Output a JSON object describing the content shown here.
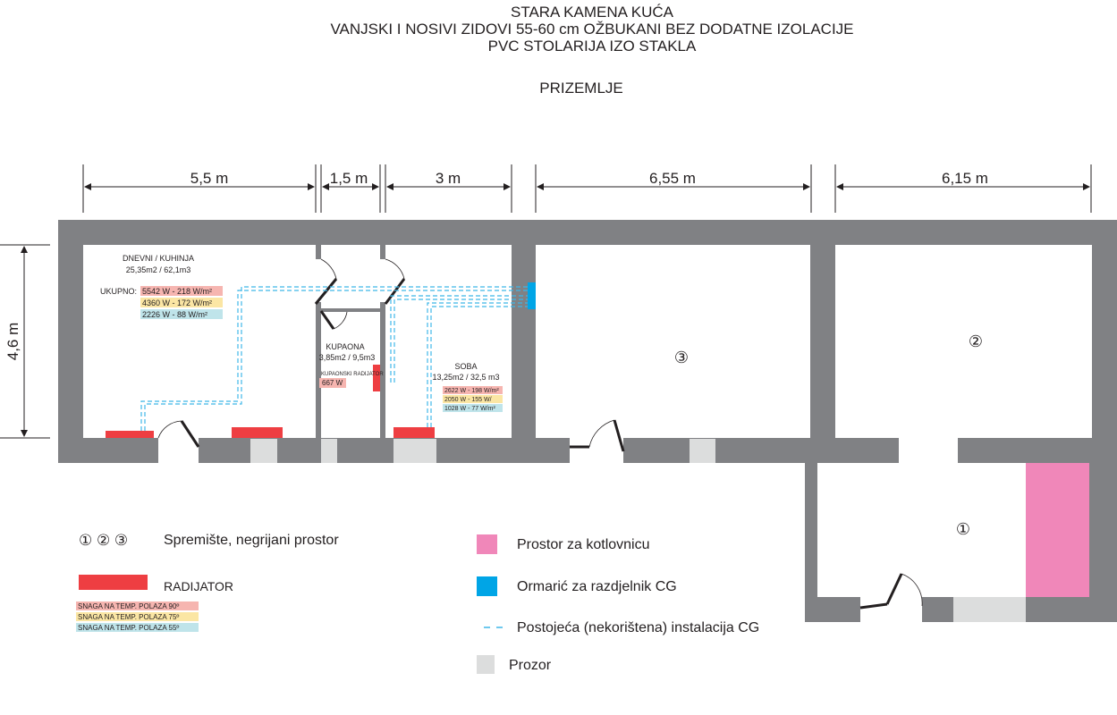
{
  "title": {
    "line1": "STARA KAMENA KUĆA",
    "line2": "VANJSKI I NOSIVI ZIDOVI 55-60 cm OŽBUKANI BEZ DODATNE IZOLACIJE",
    "line3": "PVC STOLARIJA IZO STAKLA",
    "floor": "PRIZEMLJE"
  },
  "dimensions": {
    "d1": "5,5 m",
    "d2": "1,5 m",
    "d3": "3 m",
    "d4": "6,55 m",
    "d5": "6,15 m",
    "height": "4,6 m"
  },
  "rooms": {
    "living": {
      "name": "DNEVNI / KUHINJA",
      "area": "25,35m2 / 62,1m3",
      "total_label": "UKUPNO:",
      "p90": "5542 W  - 218 W/m²",
      "p75": "4360 W - 172 W/m²",
      "p55": "2226 W - 88  W/m²"
    },
    "bath": {
      "name": "KUPAONA",
      "area": "3,85m2 / 9,5m3",
      "radiator_label": "KUPAONSKI RADIJATOR",
      "p90": "667 W"
    },
    "soba": {
      "name": "SOBA",
      "area": "13,25m2 /  32,5 m3",
      "p90": "2622 W - 198 W/m²",
      "p75": "2050 W - 155 W/",
      "p55": "1028 W - 77 W/m²"
    },
    "storage_labels": [
      "①",
      "②",
      "③"
    ]
  },
  "legend": {
    "storage_symbols": "①  ②  ③",
    "storage_text": "Spremište, negrijani prostor",
    "radiator_text": "RADIJATOR",
    "temp90": "SNAGA NA TEMP. POLAZA 90º",
    "temp75": "SNAGA NA TEMP. POLAZA 75º",
    "temp55": "SNAGA NA TEMP. POLAZA 55º",
    "boiler_text": "Prostor za kotlovnicu",
    "manifold_text": "Ormarić za razdjelnik CG",
    "pipes_text": "Postojeća (nekorištena) instalacija CG",
    "window_text": "Prozor"
  },
  "colors": {
    "wall": "#808184",
    "radiator": "#ee3e42",
    "manifold": "#00a5e6",
    "boiler": "#f087b9",
    "window": "#dcdddd",
    "pipe": "#3fb7e8",
    "hl90": "#f6b5b0",
    "hl75": "#fbe6a4",
    "hl55": "#bfe4ea"
  }
}
